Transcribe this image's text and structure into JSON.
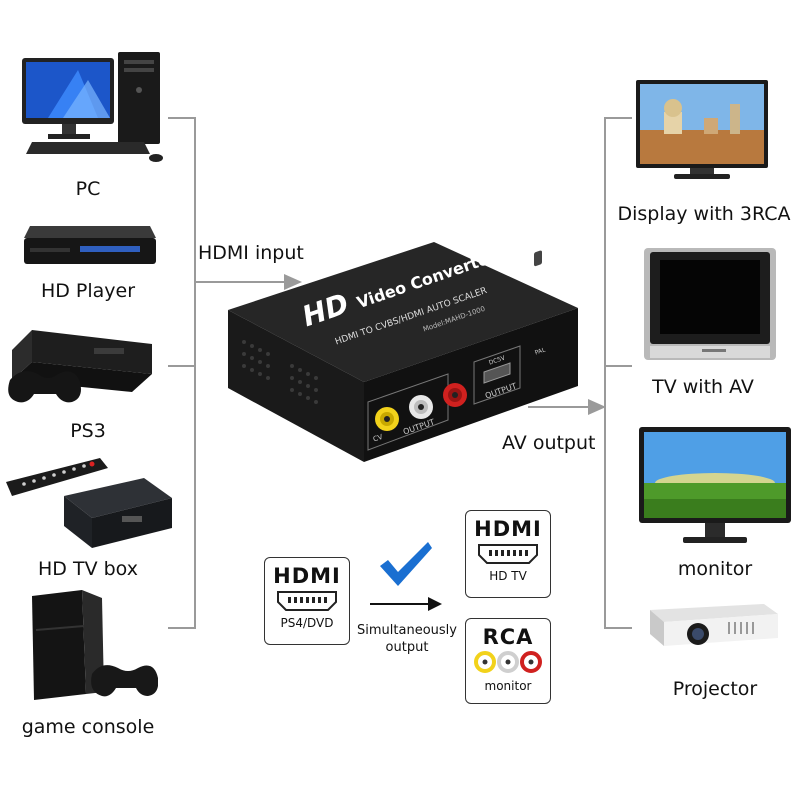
{
  "left_devices": [
    {
      "label": "PC",
      "icon": "pc-icon"
    },
    {
      "label": "HD Player",
      "icon": "blu-ray-player-icon"
    },
    {
      "label": "PS3",
      "icon": "ps3-console-icon"
    },
    {
      "label": "HD TV box",
      "icon": "tv-box-icon"
    },
    {
      "label": "game console",
      "icon": "game-console-icon"
    }
  ],
  "right_devices": [
    {
      "label": "Display with 3RCA",
      "icon": "flat-display-icon"
    },
    {
      "label": "TV with AV",
      "icon": "crt-tv-icon"
    },
    {
      "label": "monitor",
      "icon": "monitor-icon"
    },
    {
      "label": "Projector",
      "icon": "projector-icon"
    }
  ],
  "flow": {
    "input_label": "HDMI input",
    "output_label": "AV output"
  },
  "converter": {
    "brand": "HD",
    "title": "Video Converter",
    "subtitle": "HDMI TO CVBS/HDMI AUTO SCALER",
    "model": "Model:MAHD-1000",
    "out_label_front": "OUTPUT",
    "out_label_top": "OUTPUT",
    "cv_label": "CV",
    "dc_label": "DC5V",
    "switch_label": "PAL"
  },
  "legend": {
    "source_title": "HDMI",
    "source_sub": "PS4/DVD",
    "out1_title": "HDMI",
    "out1_sub": "HD TV",
    "out2_title": "RCA",
    "out2_sub": "monitor",
    "caption_line1": "Simultaneously",
    "caption_line2": "output"
  },
  "colors": {
    "connector_line": "#9a9a9a",
    "check_mark": "#1a6fd1",
    "rca_yellow": "#f2d21b",
    "rca_white": "#e8e8e8",
    "rca_red": "#d0211f"
  }
}
